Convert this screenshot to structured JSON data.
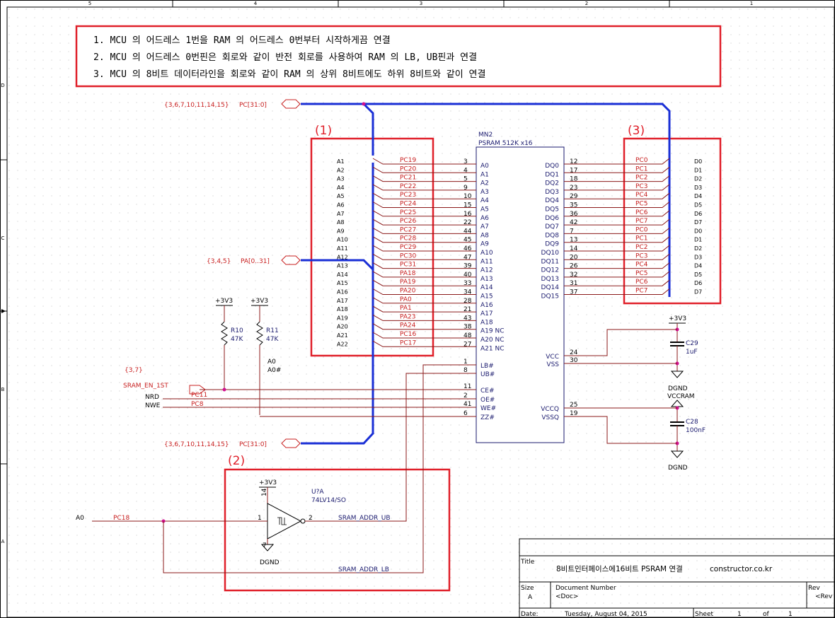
{
  "notes": [
    "1. MCU 의 어드레스 1번을 RAM 의 어드레스 0번부터 시작하게끔 연결",
    "2. MCU 의 어드레스 0번핀은 회로와 같이 반전 회로를 사용하여 RAM 의 LB, UB핀과 연결",
    "3. MCU 의 8비트 데이터라인을 회로와 같이 RAM 의 상위 8비트에도 하위 8비트와 같이 연결"
  ],
  "border": {
    "top_cols": [
      "5",
      "4",
      "3",
      "2",
      "1"
    ],
    "left_rows": [
      "D",
      "C",
      "B",
      "A"
    ]
  },
  "callouts": {
    "c1": "(1)",
    "c2": "(2)",
    "c3": "(3)"
  },
  "ports": {
    "pc_top_refs": "{3,6,7,10,11,14,15}",
    "pc_top_name": "PC[31:0]",
    "pa_refs": "{3,4,5}",
    "pa_name": "PA[0..31]",
    "pc_bot_refs": "{3,6,7,10,11,14,15}",
    "pc_bot_name": "PC[31:0]",
    "sram_en_refs": "{3,7}",
    "sram_en_name": "SRAM_EN_1ST"
  },
  "chip": {
    "ref": "MN2",
    "value": "PSRAM 512K x16",
    "left_pins": [
      {
        "num": "3",
        "name": "A0"
      },
      {
        "num": "4",
        "name": "A1"
      },
      {
        "num": "5",
        "name": "A2"
      },
      {
        "num": "9",
        "name": "A3"
      },
      {
        "num": "10",
        "name": "A4"
      },
      {
        "num": "15",
        "name": "A5"
      },
      {
        "num": "16",
        "name": "A6"
      },
      {
        "num": "22",
        "name": "A7"
      },
      {
        "num": "44",
        "name": "A8"
      },
      {
        "num": "45",
        "name": "A9"
      },
      {
        "num": "46",
        "name": "A10"
      },
      {
        "num": "47",
        "name": "A11"
      },
      {
        "num": "39",
        "name": "A12"
      },
      {
        "num": "40",
        "name": "A13"
      },
      {
        "num": "33",
        "name": "A14"
      },
      {
        "num": "34",
        "name": "A15"
      },
      {
        "num": "28",
        "name": "A16"
      },
      {
        "num": "21",
        "name": "A17"
      },
      {
        "num": "43",
        "name": "A18"
      },
      {
        "num": "38",
        "name": "A19 NC"
      },
      {
        "num": "48",
        "name": "A20 NC"
      },
      {
        "num": "27",
        "name": "A21 NC"
      }
    ],
    "ctrl_pins": [
      {
        "num": "1",
        "name": "LB#"
      },
      {
        "num": "8",
        "name": "UB#"
      },
      {
        "num": "11",
        "name": "CE#"
      },
      {
        "num": "2",
        "name": "OE#"
      },
      {
        "num": "41",
        "name": "WE#"
      },
      {
        "num": "6",
        "name": "ZZ#"
      }
    ],
    "right_pins": [
      {
        "num": "12",
        "name": "DQ0"
      },
      {
        "num": "17",
        "name": "DQ1"
      },
      {
        "num": "18",
        "name": "DQ2"
      },
      {
        "num": "23",
        "name": "DQ3"
      },
      {
        "num": "29",
        "name": "DQ4"
      },
      {
        "num": "35",
        "name": "DQ5"
      },
      {
        "num": "36",
        "name": "DQ6"
      },
      {
        "num": "42",
        "name": "DQ7"
      },
      {
        "num": "7",
        "name": "DQ8"
      },
      {
        "num": "13",
        "name": "DQ9"
      },
      {
        "num": "14",
        "name": "DQ10"
      },
      {
        "num": "20",
        "name": "DQ11"
      },
      {
        "num": "26",
        "name": "DQ12"
      },
      {
        "num": "32",
        "name": "DQ13"
      },
      {
        "num": "31",
        "name": "DQ14"
      },
      {
        "num": "37",
        "name": "DQ15"
      }
    ],
    "power_pins": [
      {
        "num": "24",
        "name": "VCC"
      },
      {
        "num": "30",
        "name": "VSS"
      },
      {
        "num": "25",
        "name": "VCCQ"
      },
      {
        "num": "19",
        "name": "VSSQ"
      }
    ]
  },
  "addr_bus_labels": [
    "A1",
    "A2",
    "A3",
    "A4",
    "A5",
    "A6",
    "A7",
    "A8",
    "A9",
    "A10",
    "A11",
    "A12",
    "A13",
    "A14",
    "A15",
    "A16",
    "A17",
    "A18",
    "A19",
    "A20",
    "A21",
    "A22"
  ],
  "addr_nets": [
    "PC19",
    "PC20",
    "PC21",
    "PC22",
    "PC23",
    "PC24",
    "PC25",
    "PC26",
    "PC27",
    "PC28",
    "PC29",
    "PC30",
    "PC31",
    "PA18",
    "PA19",
    "PA20",
    "PA0",
    "PA1",
    "PA23",
    "PA24",
    "PC16",
    "PC17"
  ],
  "data_nets": [
    "PC0",
    "PC1",
    "PC2",
    "PC3",
    "PC4",
    "PC5",
    "PC6",
    "PC7",
    "PC0",
    "PC1",
    "PC2",
    "PC3",
    "PC4",
    "PC5",
    "PC6",
    "PC7"
  ],
  "data_bus_labels": [
    "D0",
    "D1",
    "D2",
    "D3",
    "D4",
    "D5",
    "D6",
    "D7",
    "D0",
    "D1",
    "D2",
    "D3",
    "D4",
    "D5",
    "D6",
    "D7"
  ],
  "ctrl_nets": {
    "ce": "PC11",
    "oe_label": "NRD",
    "we_label": "NWE",
    "we_net": "PC8"
  },
  "resistors": {
    "r10": {
      "ref": "R10",
      "value": "47K",
      "supply": "+3V3"
    },
    "r11": {
      "ref": "R11",
      "value": "47K",
      "supply": "+3V3"
    },
    "side_labels": [
      "A0",
      "A0#"
    ]
  },
  "caps": {
    "c29": {
      "ref": "C29",
      "value": "1uF",
      "supply": "+3V3",
      "gnd": "DGND"
    },
    "c28": {
      "ref": "C28",
      "value": "100nF",
      "supply": "VCCRAM",
      "gnd": "DGND"
    }
  },
  "inverter": {
    "ref": "U?A",
    "value": "74LV14/SO",
    "supply": "+3V3",
    "gnd": "DGND",
    "vcc_pin": "14",
    "gnd_pin": "7",
    "in_pin": "1",
    "out_pin": "2",
    "in_label": "A0",
    "in_net": "PC18",
    "out_net": "SRAM_ADDR_UB",
    "lb_net": "SRAM_ADDR_LB"
  },
  "title_block": {
    "title_label": "Title",
    "title": "8비트인터페이스에16비트 PSRAM 연결",
    "site": "constructor.co.kr",
    "size_label": "Size",
    "size": "A",
    "doc_label": "Document Number",
    "doc": "<Doc>",
    "rev_label": "Rev",
    "rev": "<Rev",
    "date_label": "Date:",
    "date": "Tuesday, August 04, 2015",
    "sheet_label": "Sheet",
    "sheet": "1",
    "of_label": "of",
    "of": "1"
  },
  "colors": {
    "wire": "#8b1a1a",
    "bus": "#1a2fd6",
    "label": "#c82020",
    "part": "#1a1a6e",
    "box": "#e0202a",
    "text": "#000000"
  }
}
